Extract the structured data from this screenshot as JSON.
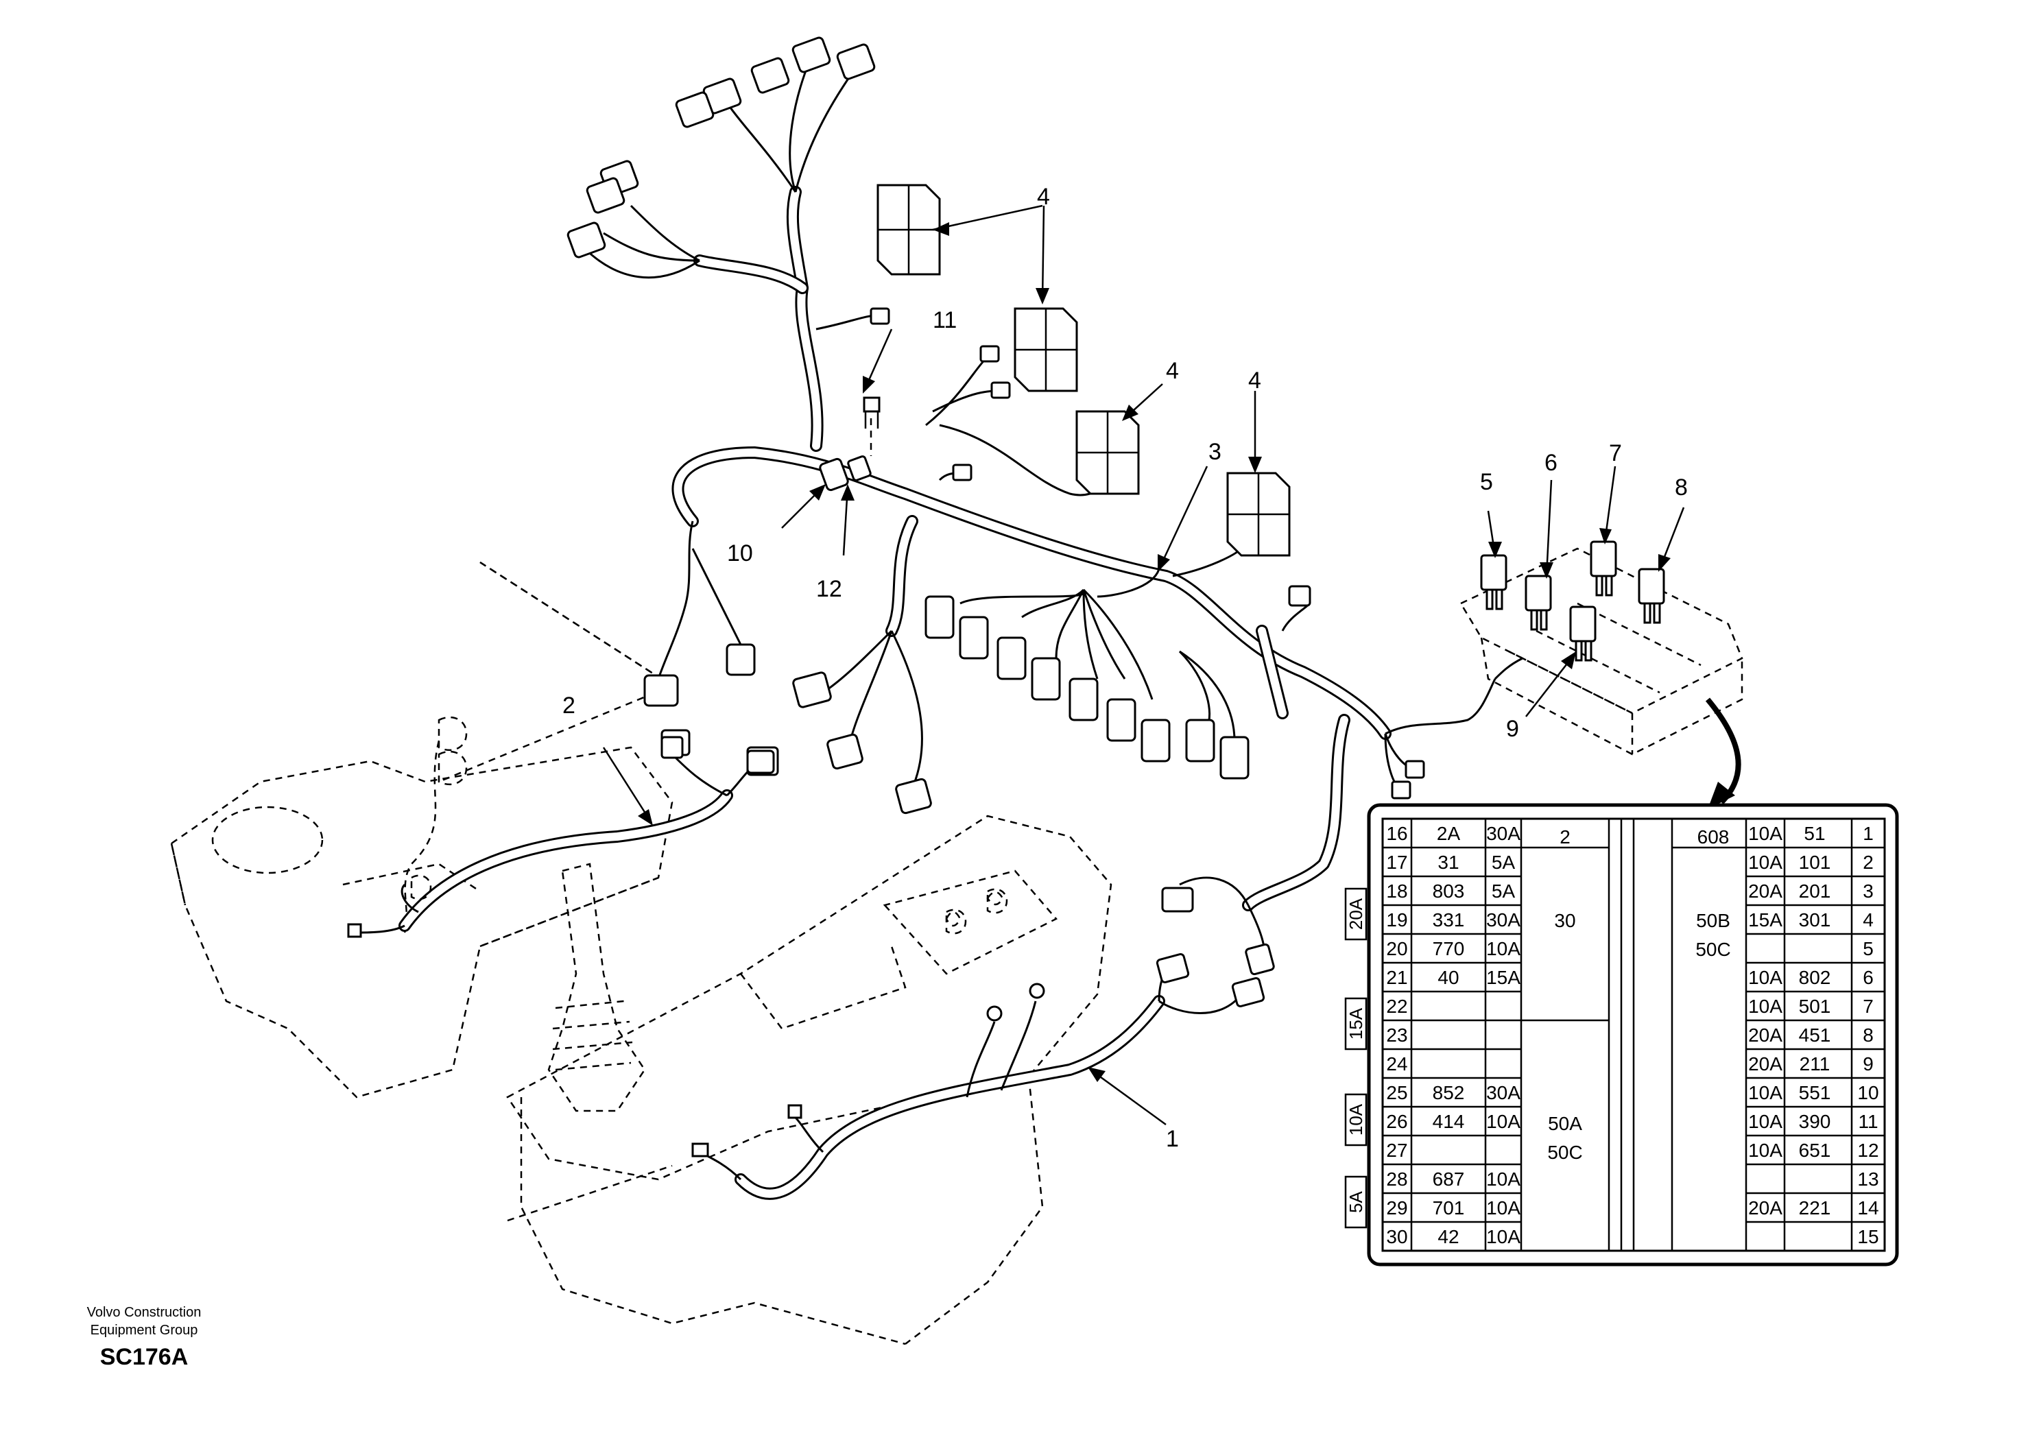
{
  "callouts": {
    "c1": "1",
    "c2": "2",
    "c3": "3",
    "c4a": "4",
    "c4b": "4",
    "c4c": "4",
    "c5": "5",
    "c6": "6",
    "c7": "7",
    "c8": "8",
    "c9": "9",
    "c10": "10",
    "c11": "11",
    "c12": "12"
  },
  "fuse_table": {
    "side_tabs": [
      "20A",
      "15A",
      "10A",
      "5A"
    ],
    "left_rows": [
      {
        "no": "16",
        "code": "2A",
        "amp": "30A"
      },
      {
        "no": "17",
        "code": "31",
        "amp": "5A"
      },
      {
        "no": "18",
        "code": "803",
        "amp": "5A"
      },
      {
        "no": "19",
        "code": "331",
        "amp": "30A"
      },
      {
        "no": "20",
        "code": "770",
        "amp": "10A"
      },
      {
        "no": "21",
        "code": "40",
        "amp": "15A"
      },
      {
        "no": "22",
        "code": "",
        "amp": ""
      },
      {
        "no": "23",
        "code": "",
        "amp": ""
      },
      {
        "no": "24",
        "code": "",
        "amp": ""
      },
      {
        "no": "25",
        "code": "852",
        "amp": "30A"
      },
      {
        "no": "26",
        "code": "414",
        "amp": "10A"
      },
      {
        "no": "27",
        "code": "",
        "amp": ""
      },
      {
        "no": "28",
        "code": "687",
        "amp": "10A"
      },
      {
        "no": "29",
        "code": "701",
        "amp": "10A"
      },
      {
        "no": "30",
        "code": "42",
        "amp": "10A"
      }
    ],
    "middle": {
      "top_label": "2",
      "group_a": "30",
      "group_b_line1": "50A",
      "group_b_line2": "50C"
    },
    "right_group": {
      "top_label": "608",
      "line1": "50B",
      "line2": "50C"
    },
    "right_rows": [
      {
        "amp": "10A",
        "code": "51",
        "no": "1"
      },
      {
        "amp": "10A",
        "code": "101",
        "no": "2"
      },
      {
        "amp": "20A",
        "code": "201",
        "no": "3"
      },
      {
        "amp": "15A",
        "code": "301",
        "no": "4"
      },
      {
        "amp": "",
        "code": "",
        "no": "5"
      },
      {
        "amp": "10A",
        "code": "802",
        "no": "6"
      },
      {
        "amp": "10A",
        "code": "501",
        "no": "7"
      },
      {
        "amp": "20A",
        "code": "451",
        "no": "8"
      },
      {
        "amp": "20A",
        "code": "211",
        "no": "9"
      },
      {
        "amp": "10A",
        "code": "551",
        "no": "10"
      },
      {
        "amp": "10A",
        "code": "390",
        "no": "11"
      },
      {
        "amp": "10A",
        "code": "651",
        "no": "12"
      },
      {
        "amp": "",
        "code": "",
        "no": "13"
      },
      {
        "amp": "20A",
        "code": "221",
        "no": "14"
      },
      {
        "amp": "",
        "code": "",
        "no": "15"
      }
    ]
  },
  "footer": {
    "company_line1": "Volvo Construction",
    "company_line2": "Equipment Group",
    "code": "SC176A"
  }
}
